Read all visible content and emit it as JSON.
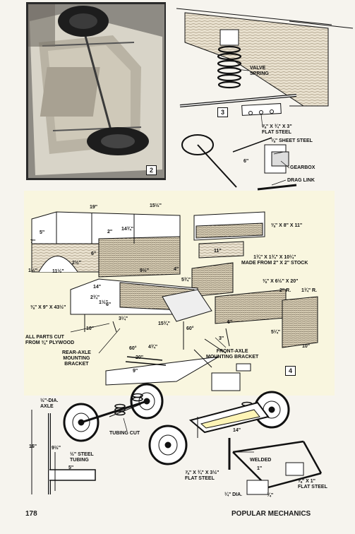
{
  "footer": {
    "page_number": "178",
    "magazine": "POPULAR MECHANICS"
  },
  "figures": {
    "fig2": "2",
    "fig3": "3",
    "fig4": "4"
  },
  "fig3_labels": {
    "valve_spring": "VALVE\nSPRING",
    "flat_steel": "⅞\" x ¾\" x 3\"\nFLAT STEEL",
    "sheet_steel": "⅛\" SHEET STEEL",
    "six_in": "6\"",
    "gearbox": "GEARBOX",
    "drag_link": "DRAG LINK"
  },
  "body_dims": {
    "d19": "19\"",
    "d15_5": "15½\"",
    "d14_75": "14¾\"",
    "d2": "2\"",
    "d5": "5\"",
    "d7": "7\"",
    "d6": "6\"",
    "d2_5": "2½\"",
    "d11_5": "11½\"",
    "d1_5": "1½\"",
    "d9_5": "9½\"",
    "d4": "4\"",
    "d5_75": "5¾\"",
    "d14": "14\"",
    "d2_75": "2¾\"",
    "d1_5b": "1½\"",
    "d6b": "6\"",
    "d3_25": "3¼\"",
    "d15_75": "15¾\"",
    "d4_75": "4¾\"",
    "d20": "20\"",
    "d60a": "60°",
    "d60b": "60°",
    "d6c": "6\"",
    "d9": "9\"",
    "d10": "10\"",
    "d5_25": "5¼\"",
    "d10b": "10\"",
    "d11": "11\"",
    "d3": "3\""
  },
  "part_labels": {
    "seat_board": "⅜\" x 8\" x 11\"",
    "stock": "1¾\" x 1¾\" x 10¼\"\nMADE FROM 2\" x 2\" STOCK",
    "floor": "⅜\" x 9\" x 43½\"",
    "hood": "⅜\" x 6½\" x 20\"",
    "radius2": "2\" R.",
    "radius1_75": "1¾\" R.",
    "plywood": "ALL PARTS CUT\nFROM ⅜\" PLYWOOD",
    "rear_bracket": "REAR-AXLE\nMOUNTING\nBRACKET",
    "front_bracket": "FRONT-AXLE\nMOUNTING BRACKET"
  },
  "chassis_labels": {
    "axle": "½\"-DIA.\nAXLE",
    "d16": "16\"",
    "d9_5": "9½\"",
    "tubing_cut": "TUBING CUT",
    "steel_tubing": "½\" STEEL\nTUBING",
    "d5": "5\"",
    "d14": "14\"",
    "flat_steel_a": "⅞\" x ¾\" x 3½\"\nFLAT STEEL",
    "dia": "¼\" DIA.",
    "welded": "WELDED",
    "flat_steel_b": "⅞\" x 1\"\nFLAT STEEL",
    "d1": "1\"",
    "d3_16": "¾\""
  }
}
